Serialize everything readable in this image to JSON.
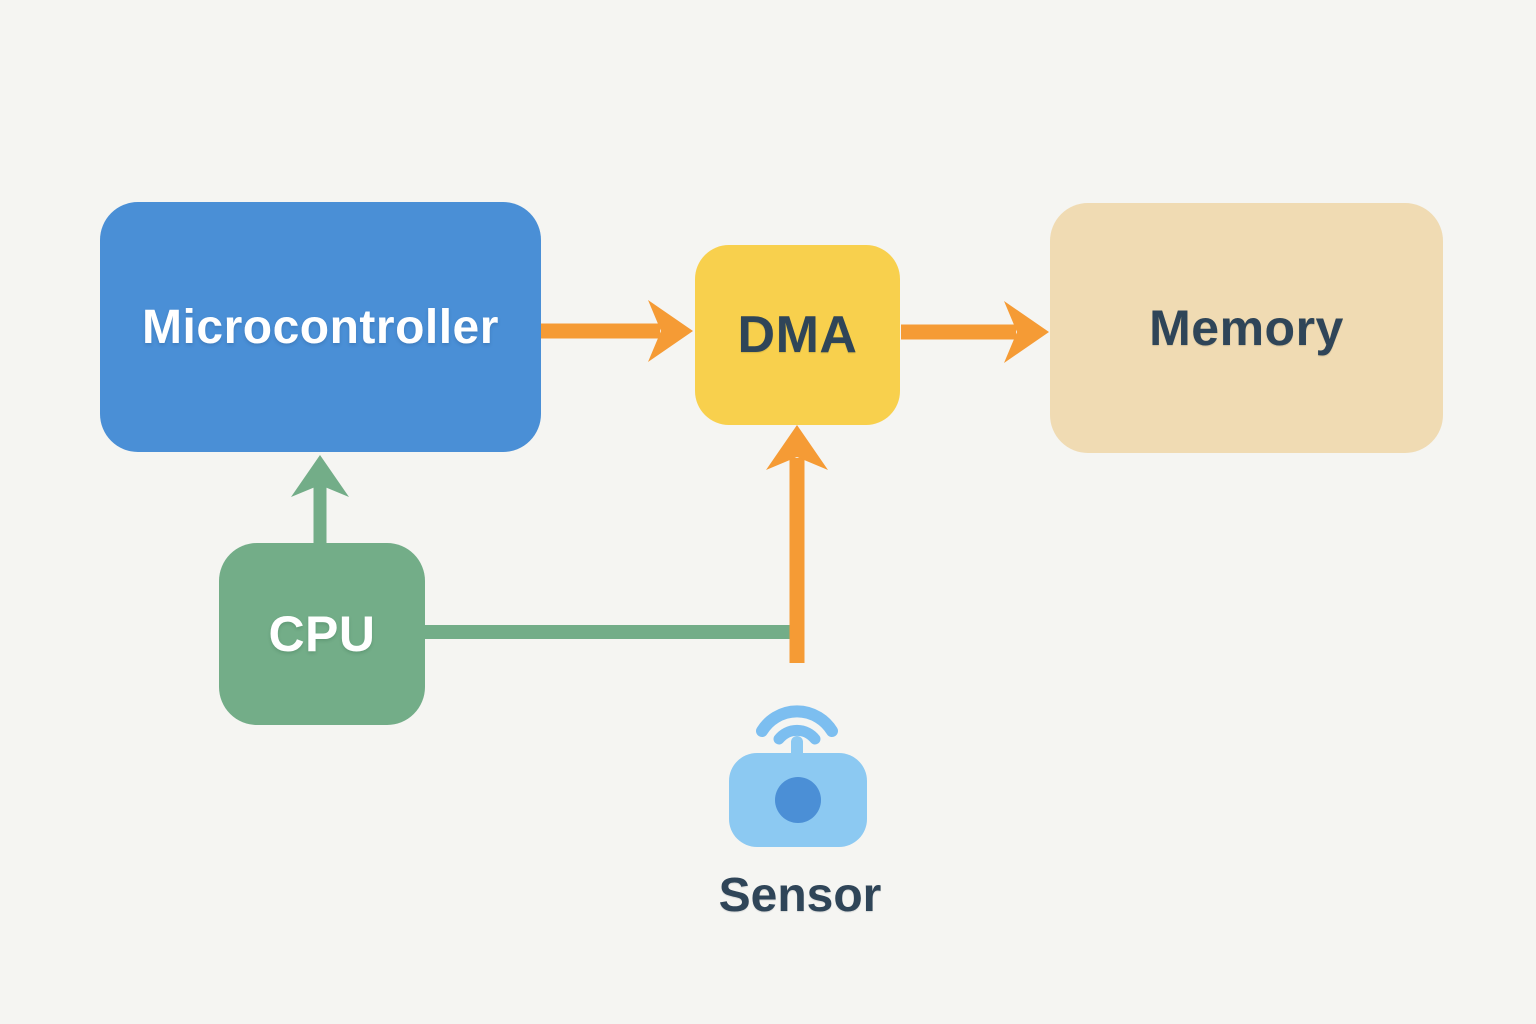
{
  "diagram_type": "block-diagram",
  "colors": {
    "background": "#f5f5f2",
    "orange_arrow": "#f59b35",
    "green": "#73ad88",
    "blue": "#4a8fd6",
    "yellow": "#f8d04d",
    "tan": "#f0dbb3",
    "dark_text": "#2f4558",
    "white_text": "#ffffff",
    "sensor_light_blue": "#8cc9f2",
    "sensor_wifi_blue": "#7cbef0",
    "sensor_circle_blue": "#4b8fd6"
  },
  "nodes": {
    "microcontroller": {
      "label": "Microcontroller",
      "shape": "rounded-rect",
      "fill": "#4a8fd6"
    },
    "dma": {
      "label": "DMA",
      "shape": "rounded-rect",
      "fill": "#f8d04d"
    },
    "memory": {
      "label": "Memory",
      "shape": "rounded-rect",
      "fill": "#f0dbb3"
    },
    "cpu": {
      "label": "CPU",
      "shape": "rounded-rect",
      "fill": "#73ad88"
    },
    "sensor": {
      "label": "Sensor",
      "shape": "icon",
      "icon": "wireless-sensor-icon"
    }
  },
  "edges": [
    {
      "from": "Microcontroller",
      "to": "DMA",
      "style": "arrow",
      "color": "#f59b35",
      "direction": "right"
    },
    {
      "from": "DMA",
      "to": "Memory",
      "style": "arrow",
      "color": "#f59b35",
      "direction": "right"
    },
    {
      "from": "Sensor",
      "to": "DMA",
      "style": "arrow",
      "color": "#f59b35",
      "direction": "up"
    },
    {
      "from": "CPU",
      "to": "Microcontroller",
      "style": "arrow",
      "color": "#73ad88",
      "direction": "up"
    },
    {
      "from": "CPU",
      "to": "Sensor-DMA-arrow",
      "style": "line",
      "color": "#73ad88",
      "direction": "right"
    }
  ]
}
